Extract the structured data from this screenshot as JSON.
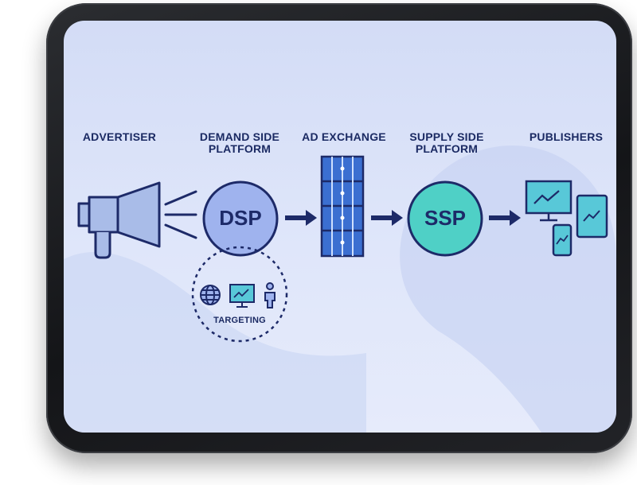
{
  "diagram": {
    "stages": {
      "advertiser": {
        "line1": "ADVERTISER"
      },
      "dsp": {
        "line1": "DEMAND SIDE",
        "line2": "PLATFORM",
        "abbr": "DSP"
      },
      "ad_exchange": {
        "line1": "AD EXCHANGE"
      },
      "ssp": {
        "line1": "SUPPLY SIDE",
        "line2": "PLATFORM",
        "abbr": "SSP"
      },
      "publishers": {
        "line1": "PUBLISHERS"
      }
    },
    "targeting": {
      "label": "TARGETING"
    },
    "colors": {
      "navy": "#1d2a68",
      "dsp_fill": "#9fb3ee",
      "ssp_fill": "#4fd0c6",
      "device_fill": "#58c8d8",
      "exchange_fill": "#3b6fd1",
      "megaphone_fill": "#a9bce8",
      "screen_bg": "#d9e1f8"
    }
  }
}
